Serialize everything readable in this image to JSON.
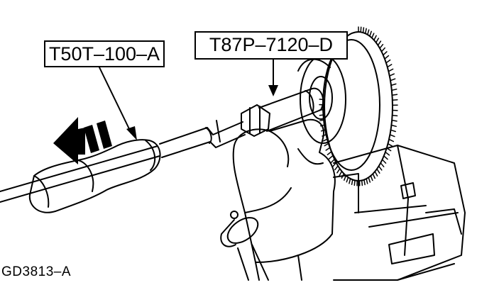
{
  "diagram": {
    "callouts": {
      "tool_1": "T50T–100–A",
      "tool_2": "T87P–7120–D"
    },
    "figure_id": "GD3813–A"
  }
}
